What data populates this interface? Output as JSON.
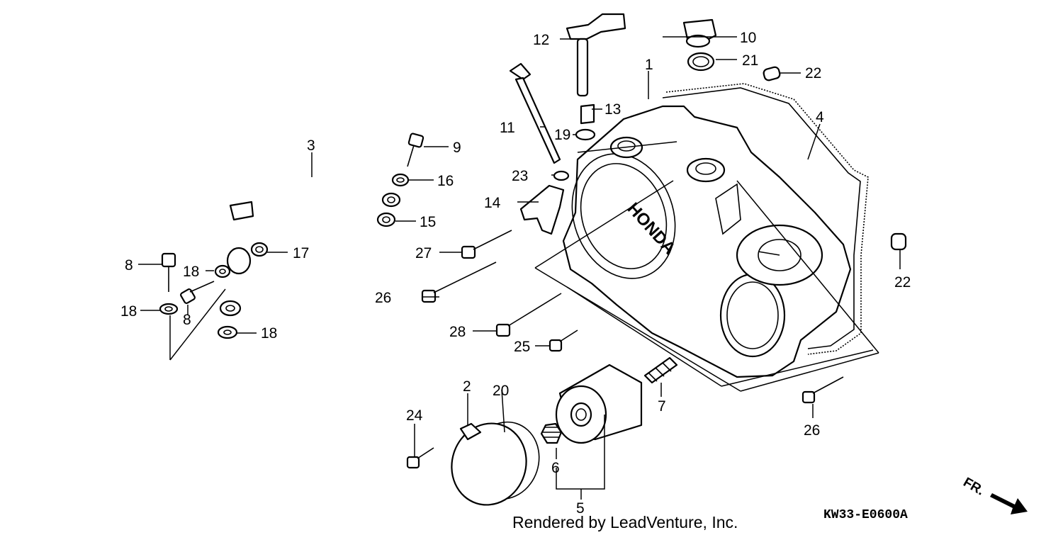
{
  "diagram": {
    "callouts": [
      "1",
      "2",
      "3",
      "4",
      "5",
      "6",
      "7",
      "8",
      "8",
      "9",
      "10",
      "11",
      "12",
      "13",
      "14",
      "15",
      "16",
      "17",
      "18",
      "18",
      "18",
      "19",
      "20",
      "21",
      "22",
      "22",
      "23",
      "24",
      "25",
      "26",
      "26",
      "27",
      "28"
    ],
    "cover_brand": "HONDA",
    "direction_label": "FR.",
    "footer_credit": "Rendered by LeadVenture, Inc.",
    "drawing_code": "KW33-E0600A"
  }
}
